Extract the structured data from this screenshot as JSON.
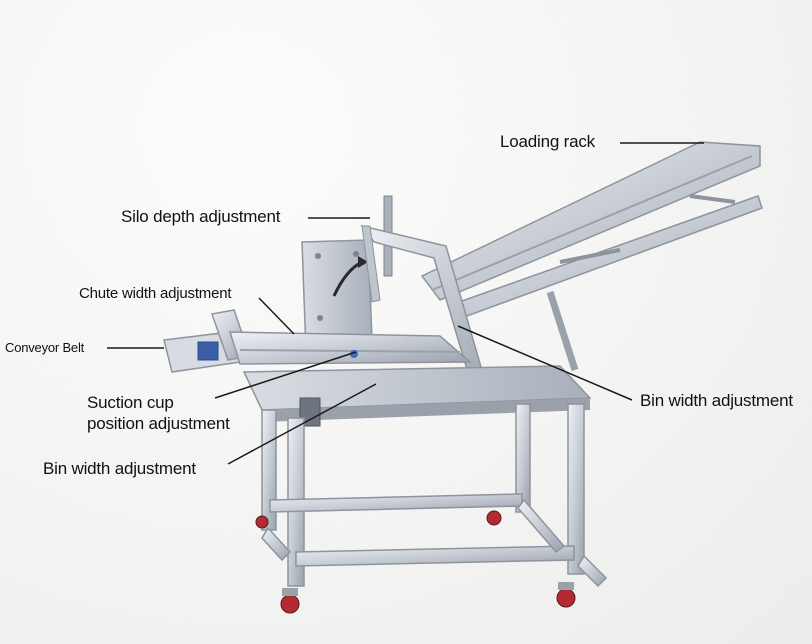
{
  "diagram": {
    "labels": {
      "loading_rack": "Loading rack",
      "silo_depth": "Silo depth adjustment",
      "chute_width": "Chute width adjustment",
      "conveyor_belt": "Conveyor Belt",
      "suction_cup_line1": "Suction cup",
      "suction_cup_line2": "position adjustment",
      "bin_width_right": "Bin width adjustment",
      "bin_width_left": "Bin width adjustment"
    },
    "colors": {
      "background": "#f4f4f2",
      "frame_steel": "#c9ced6",
      "frame_shadow": "#8d949e",
      "plate_steel": "#b8bec7",
      "wheel_red": "#b32a35",
      "leader_line": "#1a1a1a"
    }
  }
}
